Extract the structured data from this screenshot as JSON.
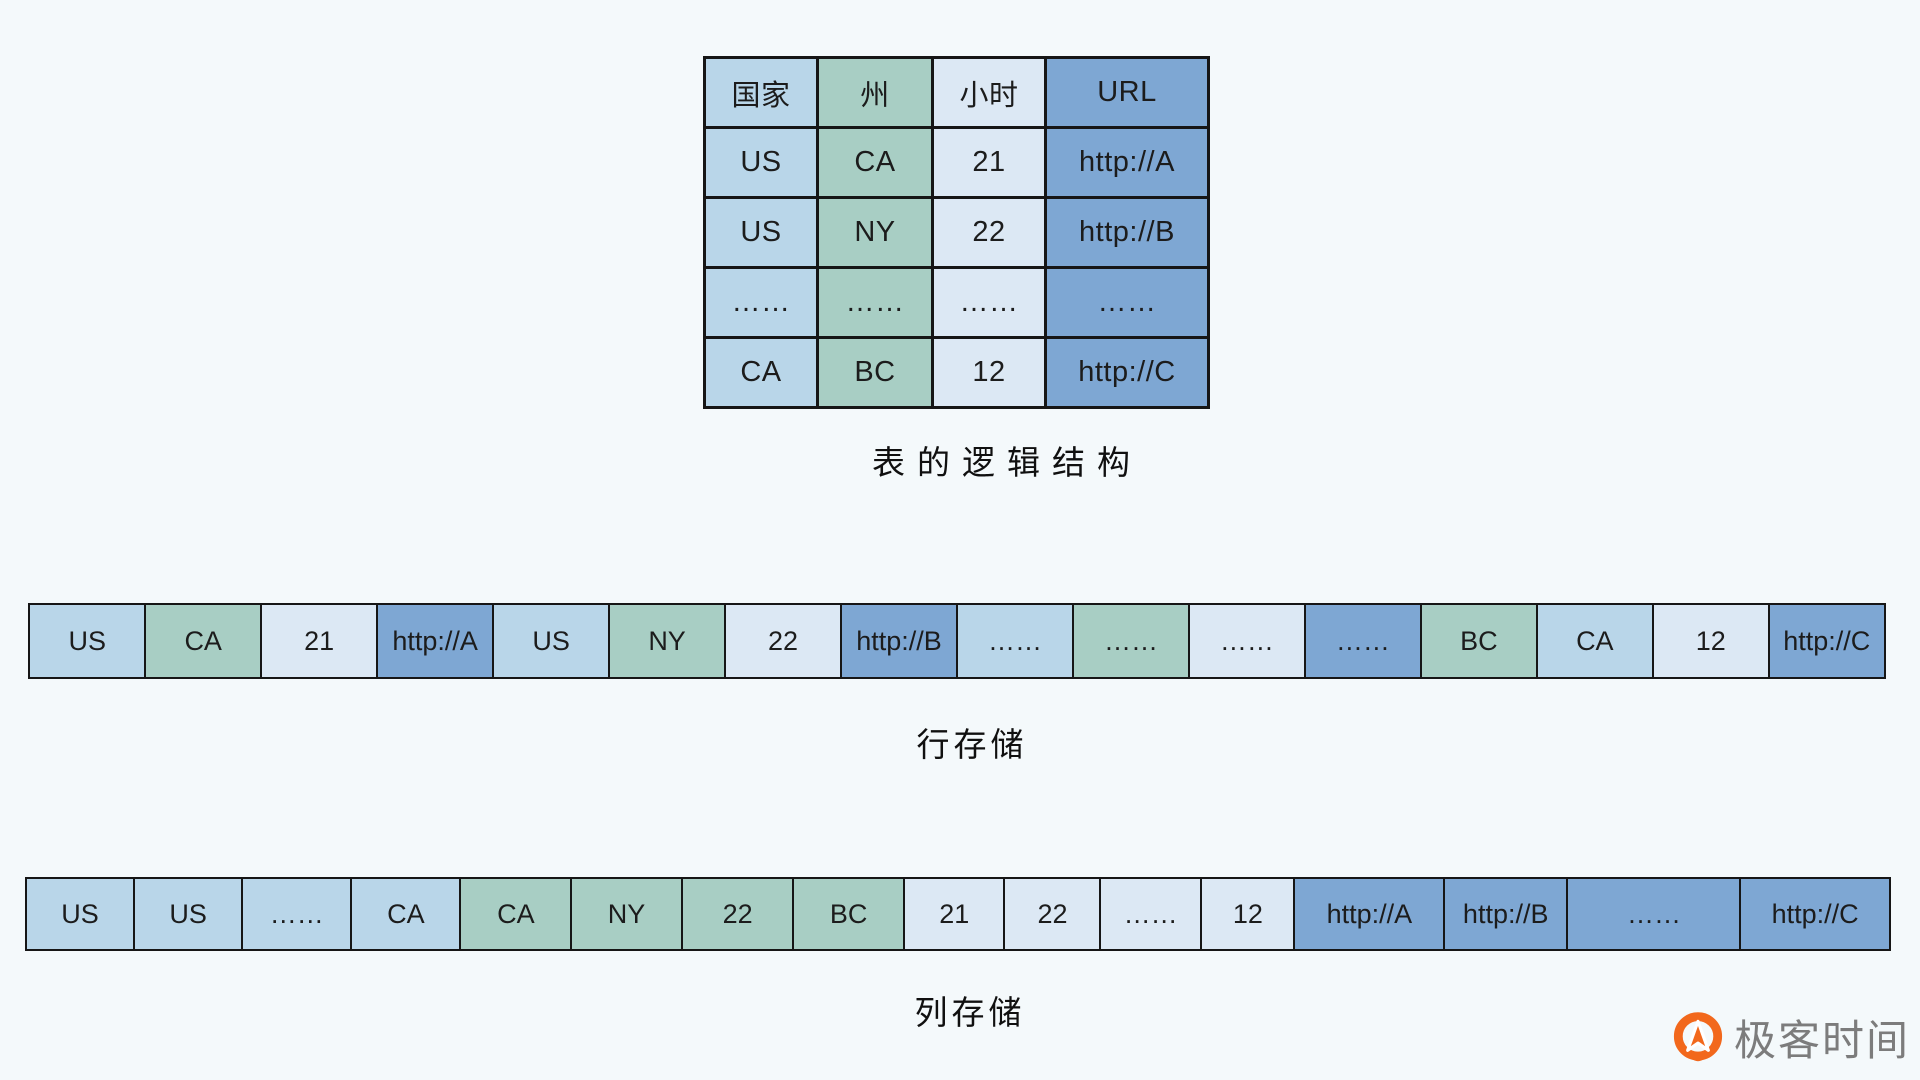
{
  "colors": {
    "background": "#f4f9fb",
    "country_cell": "#b9d6e9",
    "state_cell": "#a8cec4",
    "hour_cell": "#dce8f4",
    "url_cell": "#7ea7d3",
    "border": "#161616",
    "logo_orange": "#f2681c",
    "logo_gray": "#7c7c7c"
  },
  "logical_table": {
    "caption": "表的逻辑结构",
    "headers": [
      "国家",
      "州",
      "小时",
      "URL"
    ],
    "rows": [
      [
        "US",
        "CA",
        "21",
        "http://A"
      ],
      [
        "US",
        "NY",
        "22",
        "http://B"
      ],
      [
        "……",
        "……",
        "……",
        "……"
      ],
      [
        "CA",
        "BC",
        "12",
        "http://C"
      ]
    ]
  },
  "row_storage": {
    "caption": "行存储",
    "cells": [
      {
        "text": "US"
      },
      {
        "text": "CA"
      },
      {
        "text": "21"
      },
      {
        "text": "http://A"
      },
      {
        "text": "US"
      },
      {
        "text": "NY"
      },
      {
        "text": "22"
      },
      {
        "text": "http://B"
      },
      {
        "text": "……"
      },
      {
        "text": "……"
      },
      {
        "text": "……"
      },
      {
        "text": "……"
      },
      {
        "text": "BC"
      },
      {
        "text": "CA"
      },
      {
        "text": "12"
      },
      {
        "text": "http://C"
      }
    ]
  },
  "column_storage": {
    "caption": "列存储",
    "cells": [
      {
        "text": "US"
      },
      {
        "text": "US"
      },
      {
        "text": "……"
      },
      {
        "text": "CA"
      },
      {
        "text": "CA"
      },
      {
        "text": "NY"
      },
      {
        "text": "22"
      },
      {
        "text": "BC"
      },
      {
        "text": "21"
      },
      {
        "text": "22"
      },
      {
        "text": "……"
      },
      {
        "text": "12"
      },
      {
        "text": "http://A"
      },
      {
        "text": "http://B"
      },
      {
        "text": "……"
      },
      {
        "text": "http://C"
      }
    ]
  },
  "logo": {
    "text": "极客时间",
    "icon": "geektime-pin-icon"
  }
}
